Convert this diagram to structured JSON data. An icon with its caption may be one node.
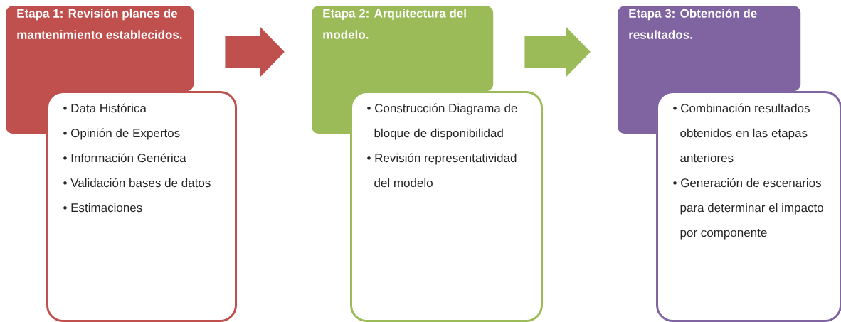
{
  "diagram": {
    "nodes": [
      {
        "text": [
          "Etapa 1: Revisión planes de mantenimiento establecidos."
        ]
      },
      {
        "text": [
          "• Data Histórica",
          "• Opinión de Expertos",
          "• Información Genérica",
          "• Validación bases de datos",
          "• Estimaciones"
        ]
      },
      {
        "text": [
          "Etapa 2: Arquitectura del modelo."
        ]
      },
      {
        "text": [
          "• Construcción Diagrama de bloque de disponibilidad",
          "• Revisión representatividad del modelo"
        ]
      },
      {
        "text": [
          "Etapa 3: Obtención de resultados."
        ]
      },
      {
        "text": [
          "• Combinación resultados obtenidos en las etapas anteriores",
          "• Generación de escenarios para determinar el impacto por componente"
        ]
      }
    ],
    "edges": [
      {
        "from": 0,
        "to": 2,
        "arrow": "to",
        "color": "#c0504d"
      },
      {
        "from": 2,
        "to": 4,
        "arrow": "to",
        "color": "#9bbb59"
      }
    ]
  }
}
